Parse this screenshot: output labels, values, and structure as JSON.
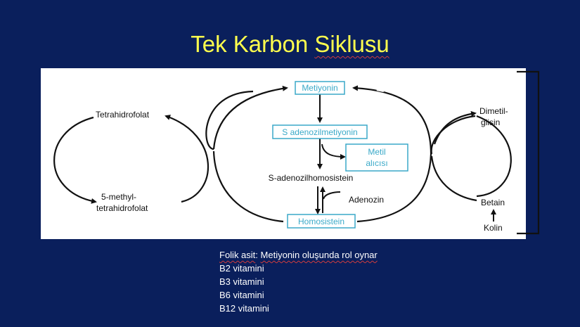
{
  "title": {
    "part1": "Tek Karbon ",
    "part2": "Siklusu"
  },
  "diagram": {
    "labels": {
      "metiyonin": "Metiyonin",
      "s_adenozilmetiyonin": "S adenozilmetiyonin",
      "metil": "Metil",
      "alicisi": "alıcısı",
      "s_adenozilhomosistein": "S-adenozilhomosistein",
      "adenozin": "Adenozin",
      "homosistein": "Homosistein",
      "tetrahidrofolat": "Tetrahidrofolat",
      "methyl_line1": "5-methyl-",
      "methyl_line2": "tetrahidrofolat",
      "dimetil": "Dimetil-",
      "glisin": "glisin",
      "betain": "Betain",
      "kolin": "Kolin"
    },
    "box_color": "#3aa9c8"
  },
  "notes": {
    "folik_a": "Folik asit",
    "folik_b": ": ",
    "folik_c": "Metiyonin oluşunda rol oynar",
    "items": [
      "B2 vitamini",
      "B3 vitamini",
      "B6 vitamini",
      "B12 vitamini"
    ]
  }
}
